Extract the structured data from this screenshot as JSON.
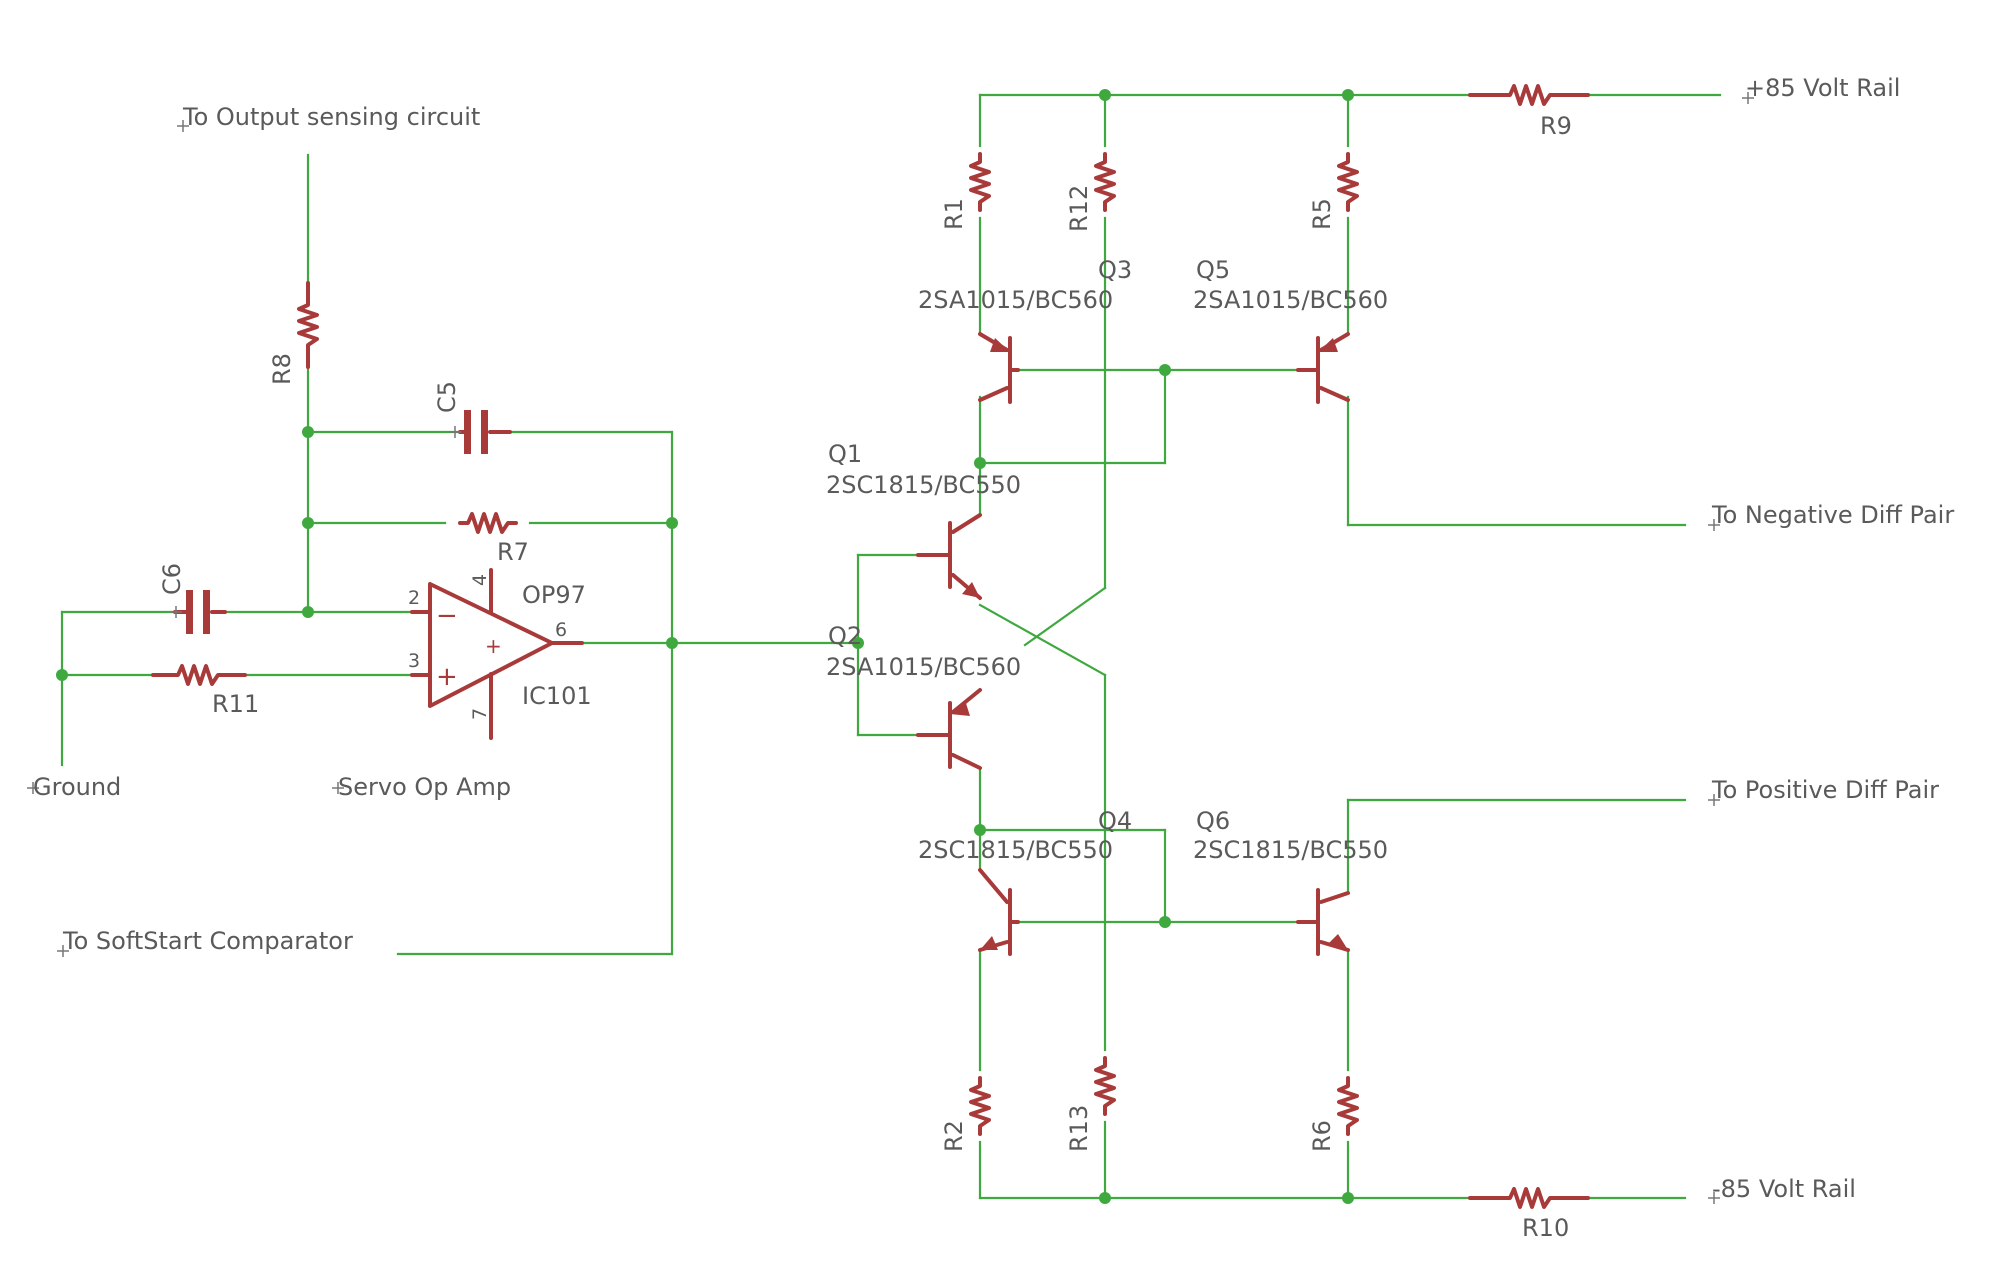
{
  "colors": {
    "wire": "#3fa93f",
    "component": "#a83a3a",
    "text": "#5a5a5a",
    "background": "#ffffff"
  },
  "nets": {
    "output_sense": "To Output sensing circuit",
    "ground": "Ground",
    "softstart": "To SoftStart Comparator",
    "pos_rail": "+85 Volt Rail",
    "neg_rail": "-85 Volt Rail",
    "neg_diff": "To Negative Diff Pair",
    "pos_diff": "To Positive Diff Pair"
  },
  "opamp": {
    "value": "OP97",
    "name": "IC101",
    "caption": "Servo Op Amp",
    "pin_inv": "2",
    "pin_noninv": "3",
    "pin_vpos": "4",
    "pin_vneg": "7",
    "pin_out": "6",
    "sign_inv": "−",
    "sign_noninv": "+"
  },
  "passives": {
    "R1": "R1",
    "R2": "R2",
    "R5": "R5",
    "R6": "R6",
    "R7": "R7",
    "R8": "R8",
    "R9": "R9",
    "R10": "R10",
    "R11": "R11",
    "R12": "R12",
    "R13": "R13",
    "C5": "C5",
    "C6": "C6"
  },
  "transistors": {
    "Q1": {
      "name": "Q1",
      "part": "2SC1815/BC550"
    },
    "Q2": {
      "name": "Q2",
      "part": "2SA1015/BC560"
    },
    "Q3": {
      "name": "Q3",
      "part": "2SA1015/BC560"
    },
    "Q4": {
      "name": "Q4",
      "part": "2SC1815/BC550"
    },
    "Q5": {
      "name": "Q5",
      "part": "2SA1015/BC560"
    },
    "Q6": {
      "name": "Q6",
      "part": "2SC1815/BC550"
    }
  }
}
